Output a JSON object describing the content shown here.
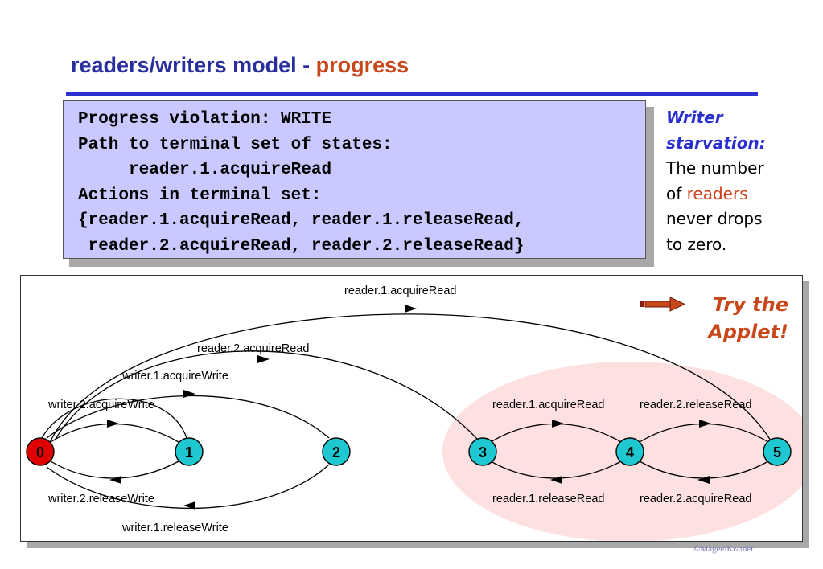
{
  "title": {
    "main": "readers/writers model - ",
    "accent": "progress"
  },
  "code_lines": [
    "Progress violation: WRITE",
    "Path to terminal set of states:",
    "     reader.1.acquireRead",
    "Actions in terminal set:",
    "{reader.1.acquireRead, reader.1.releaseRead,",
    " reader.2.acquireRead, reader.2.releaseRead}"
  ],
  "side_note": {
    "heading_1": "Writer",
    "heading_2": "starvation:",
    "text_1": "The number",
    "text_2a": "of ",
    "text_2b": "readers",
    "text_3": "never drops",
    "text_4": "to zero."
  },
  "applet": {
    "line_1": "Try the",
    "line_2": "Applet!"
  },
  "states": [
    "0",
    "1",
    "2",
    "3",
    "4",
    "5"
  ],
  "transitions": {
    "t05": "reader.1.acquireRead",
    "t03": "reader.2.acquireRead",
    "t02": "writer.1.acquireWrite",
    "t01": "writer.2.acquireWrite",
    "t34": "reader.1.acquireRead",
    "t45": "reader.2.releaseRead",
    "t10": "writer.2.releaseWrite",
    "t43": "reader.1.releaseRead",
    "t54": "reader.2.acquireRead",
    "t20": "writer.1.releaseWrite"
  },
  "colors": {
    "title": "#2a2f9e",
    "accent": "#c8481c",
    "code_bg": "#c9c9ff",
    "state_fill": "#1fc8d0",
    "initial_state_fill": "#e00000",
    "terminal_set_fill": "#fde0e0"
  },
  "footer": "©Magee/Kramer"
}
